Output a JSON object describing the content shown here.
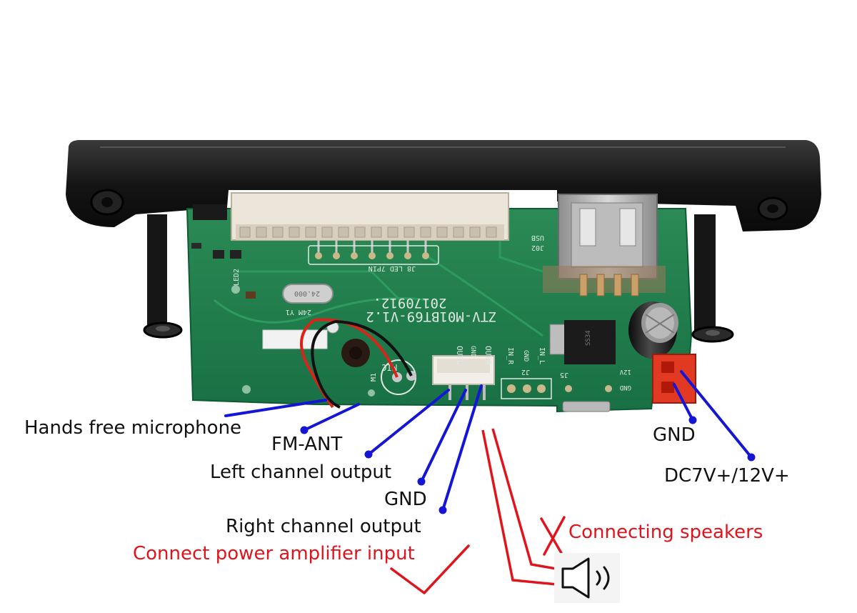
{
  "labels": {
    "hands_free_microphone": "Hands free microphone",
    "fm_ant": "FM-ANT",
    "left_channel_output": "Left channel output",
    "gnd_audio": "GND",
    "right_channel_output": "Right channel output",
    "gnd_power": "GND",
    "dc_power": "DC7V+/12V+",
    "connecting_speakers": "Connecting speakers",
    "connect_power_amplifier_input": "Connect power amplifier input"
  },
  "silkscreen": {
    "board_id": "ZTV-M01BT69-V1.2",
    "date_code": "20170912.",
    "led_header": "J8 LED 7PIN",
    "usb": "USB",
    "j02": "J02",
    "crystal": "24M Y1",
    "crystal_can": "24.000",
    "led2": "LED2",
    "mic": "MIC",
    "m1": "M1",
    "outl": "OUTL",
    "gnd_out": "GND",
    "outr": "OUTR",
    "in_r": "IN_R",
    "in_gnd": "GND",
    "in_l": "IN_L",
    "j2": "J2",
    "j5": "J5",
    "v12": "12V",
    "gnd_pwr": "GND",
    "regulator": "SS34"
  },
  "colors": {
    "pointer_blue": "#1515d6",
    "annotation_red": "#e0141c",
    "pcb_green": "#1f7a45",
    "frame_black": "#141414"
  },
  "icons": [
    "speaker-icon",
    "cross-mark-icon",
    "check-mark-icon"
  ]
}
